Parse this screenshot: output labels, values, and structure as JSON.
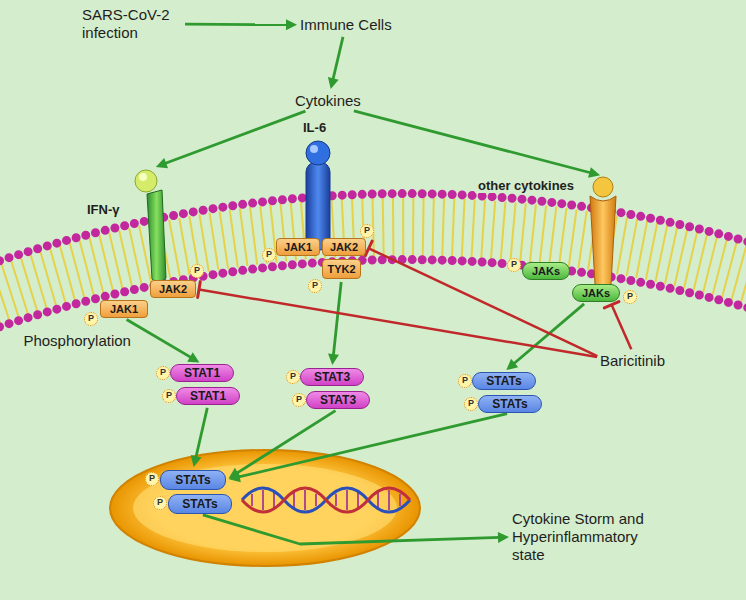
{
  "diagram": {
    "nodes": [
      {
        "text": [
          "SARS-CoV-2 infection"
        ]
      },
      {
        "text": [
          "Immune Cells"
        ]
      },
      {
        "text": [
          "Cytokines"
        ]
      },
      {
        "text": [
          "IFN-γ"
        ]
      },
      {
        "text": [
          "IL-6"
        ]
      },
      {
        "text": [
          "other cytokines"
        ]
      },
      {
        "text": [
          "JAK1"
        ]
      },
      {
        "text": [
          "JAK2"
        ]
      },
      {
        "text": [
          "JAK1"
        ]
      },
      {
        "text": [
          "JAK2"
        ]
      },
      {
        "text": [
          "TYK2"
        ]
      },
      {
        "text": [
          "JAKs"
        ]
      },
      {
        "text": [
          "JAKs"
        ]
      },
      {
        "text": [
          "STAT1"
        ]
      },
      {
        "text": [
          "STAT1"
        ]
      },
      {
        "text": [
          "STAT3"
        ]
      },
      {
        "text": [
          "STAT3"
        ]
      },
      {
        "text": [
          "STATs"
        ]
      },
      {
        "text": [
          "STATs"
        ]
      },
      {
        "text": [
          "STATs"
        ]
      },
      {
        "text": [
          "STATs"
        ]
      },
      {
        "text": [
          "Baricitinib"
        ]
      },
      {
        "text": [
          "Cytokine Storm and Hyperinflammatory state"
        ]
      }
    ],
    "edges": [
      {
        "from": 0,
        "to": 1,
        "arrow": "to"
      },
      {
        "from": 1,
        "to": 2,
        "arrow": "to"
      },
      {
        "from": 2,
        "to": 3,
        "arrow": "to"
      },
      {
        "from": 2,
        "to": 5,
        "arrow": "to"
      },
      {
        "from": 6,
        "to": 13,
        "label": "Phosphorylation",
        "arrow": "to"
      },
      {
        "from": 10,
        "to": 15,
        "arrow": "to"
      },
      {
        "from": 12,
        "to": 17,
        "arrow": "to"
      },
      {
        "from": 14,
        "to": 19,
        "arrow": "to"
      },
      {
        "from": 16,
        "to": 19,
        "arrow": "to"
      },
      {
        "from": 18,
        "to": 19,
        "arrow": "to"
      },
      {
        "from": 20,
        "to": 22,
        "arrow": "to"
      },
      {
        "from": 21,
        "to": 7,
        "arrow": "to"
      },
      {
        "from": 21,
        "to": 9,
        "arrow": "to"
      },
      {
        "from": 21,
        "to": 12,
        "arrow": "to"
      }
    ],
    "labels": [
      "P",
      "P",
      "P",
      "P",
      "P",
      "P",
      "P",
      "P",
      "P",
      "P",
      "P",
      "P",
      "P",
      "P",
      "P"
    ]
  }
}
